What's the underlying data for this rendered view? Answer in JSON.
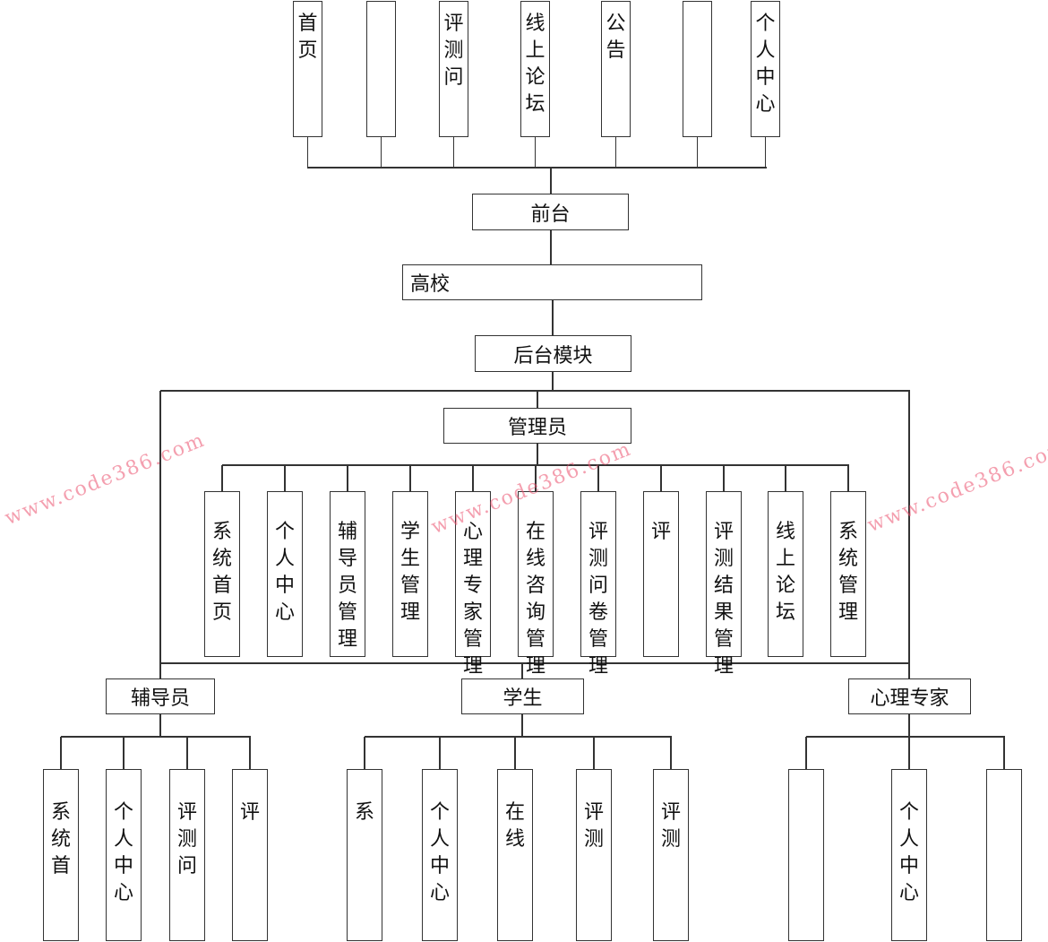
{
  "diagram": {
    "front_modules": [
      "首页",
      "",
      "评测问",
      "线上论坛",
      "公告",
      "",
      "个人中心"
    ],
    "front_root": "前台",
    "system_title": "高校",
    "backend": "后台模块",
    "admin": {
      "label": "管理员",
      "functions": [
        "系统首页",
        "个人中心",
        "辅导员管理",
        "学生管理",
        "心理专家管理",
        "在线咨询管理",
        "评测问卷管理",
        "评",
        "评测结果管理",
        "线上论坛",
        "系统管理"
      ]
    },
    "counselor": {
      "label": "辅导员",
      "functions": [
        "系统首",
        "个人中心",
        "评测问",
        "评"
      ]
    },
    "student": {
      "label": "学生",
      "functions": [
        "系",
        "个人中心",
        "在线",
        "评测",
        "评测"
      ]
    },
    "expert": {
      "label": "心理专家",
      "functions": [
        "",
        "个人中心",
        ""
      ]
    }
  },
  "watermarks": [
    "www.code386.com",
    "www.code386.com",
    "www.code386.com"
  ]
}
